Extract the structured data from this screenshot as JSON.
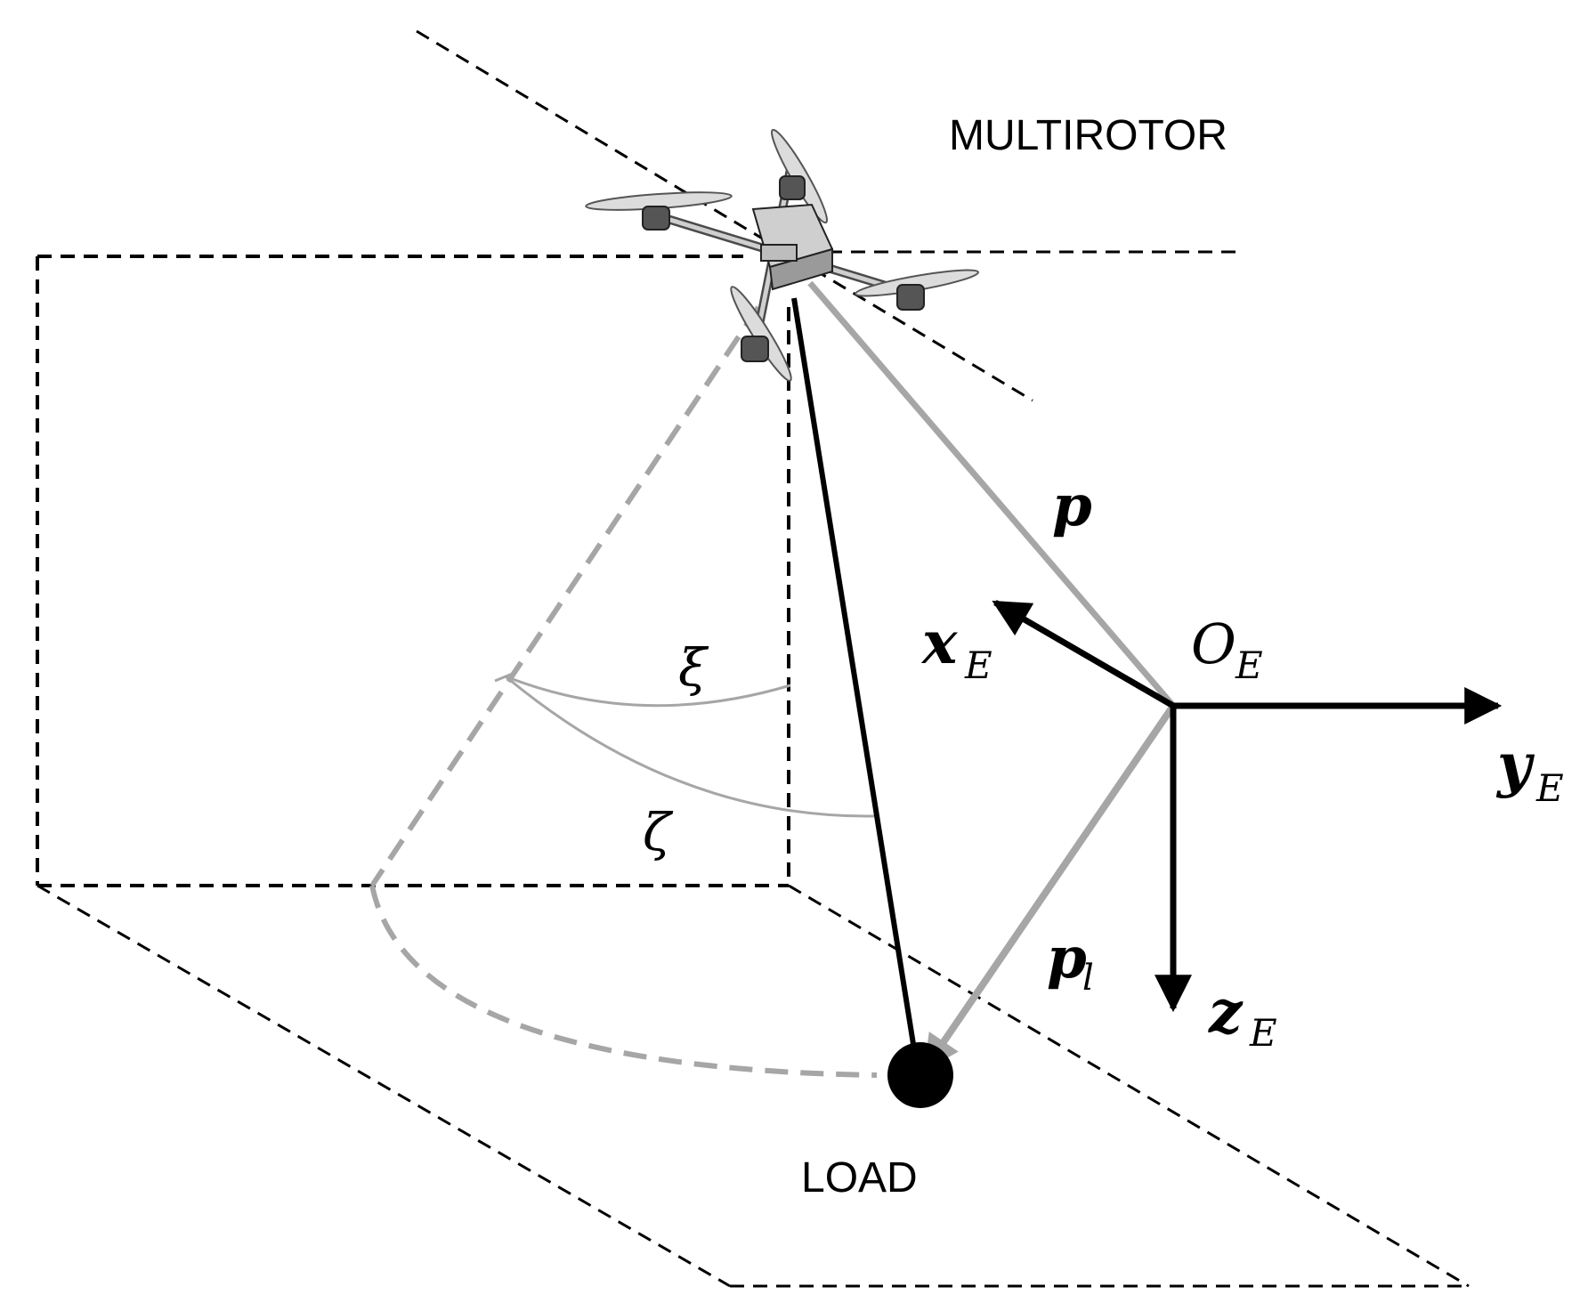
{
  "labels": {
    "multirotor": "MULTIROTOR",
    "load": "LOAD",
    "p": "p",
    "p_l_main": "p",
    "p_l_sub": "l",
    "origin_main": "O",
    "origin_sub": "E",
    "x_main": "x",
    "x_sub": "E",
    "y_main": "y",
    "y_sub": "E",
    "z_main": "z",
    "z_sub": "E",
    "xi": "ξ",
    "zeta": "ζ"
  },
  "colors": {
    "black": "#000000",
    "gray": "#a6a6a6",
    "drone_body": "#cfcfcf",
    "drone_dark": "#4a4a4a"
  },
  "icons": {
    "multirotor": "quadcopter-icon",
    "load": "filled-circle-icon"
  }
}
